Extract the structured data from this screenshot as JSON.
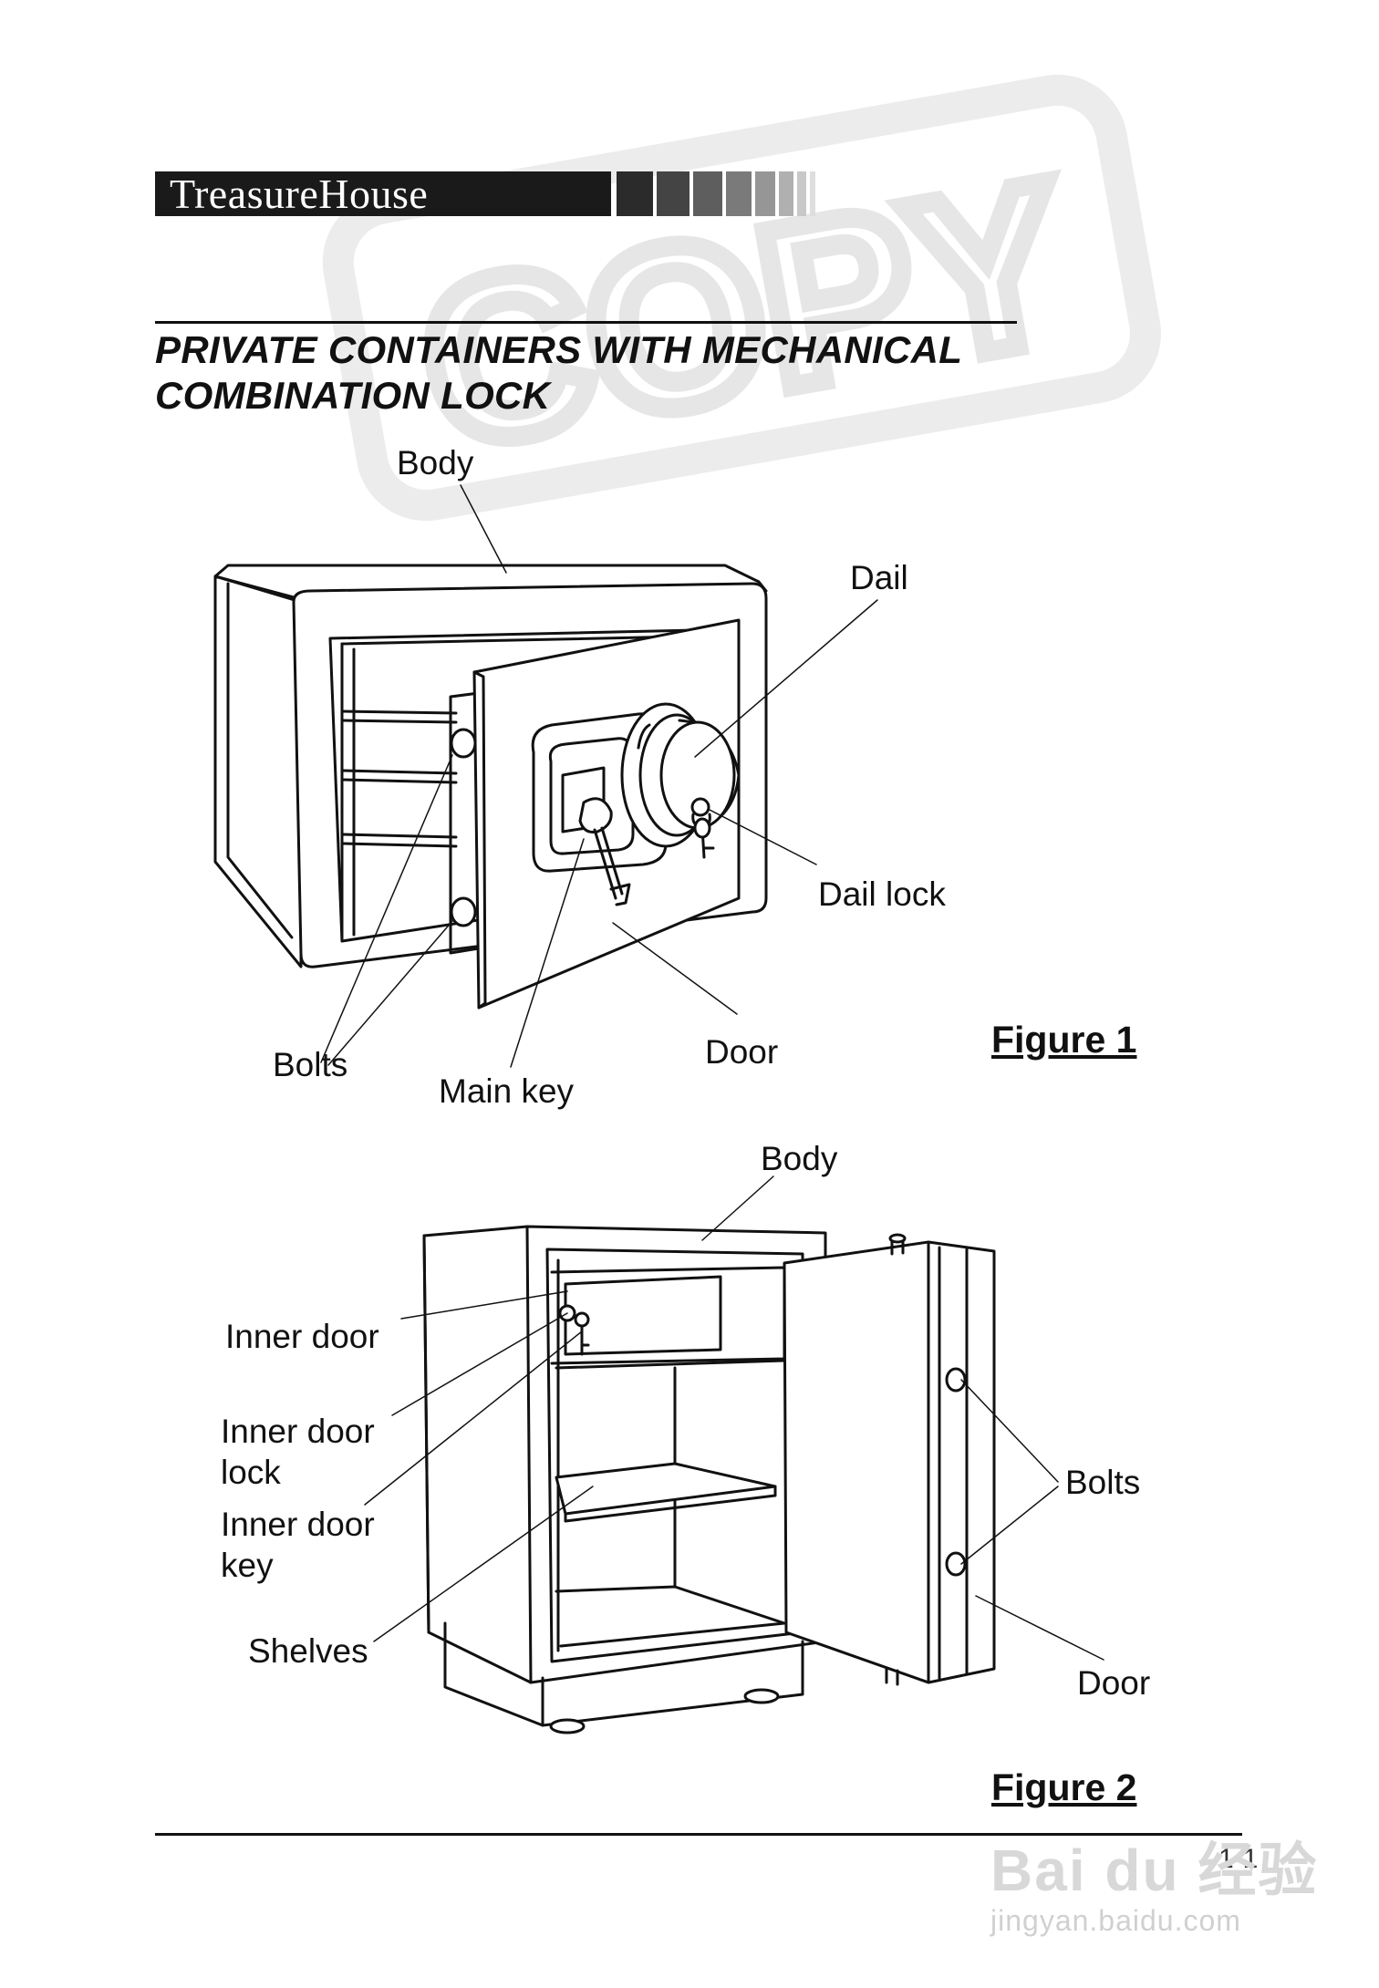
{
  "watermark": {
    "text": "COPY"
  },
  "header": {
    "brand": "TreasureHouse"
  },
  "title": {
    "line1": "PRIVATE CONTAINERS WITH MECHANICAL",
    "line2": "COMBINATION LOCK"
  },
  "figure1": {
    "caption": "Figure 1",
    "labels": {
      "body": "Body",
      "dail": "Dail",
      "dail_lock": "Dail lock",
      "door": "Door",
      "bolts": "Bolts",
      "main_key": "Main key"
    }
  },
  "figure2": {
    "caption": "Figure 2",
    "labels": {
      "body": "Body",
      "inner_door": "Inner door",
      "inner_door_lock_1": "Inner door",
      "inner_door_lock_2": "lock",
      "inner_door_key_1": "Inner door",
      "inner_door_key_2": "key",
      "shelves": "Shelves",
      "bolts": "Bolts",
      "door": "Door"
    }
  },
  "footer": {
    "page": "1-1"
  },
  "source_watermark": {
    "brand": "Bai du 经验",
    "url": "jingyan.baidu.com"
  }
}
